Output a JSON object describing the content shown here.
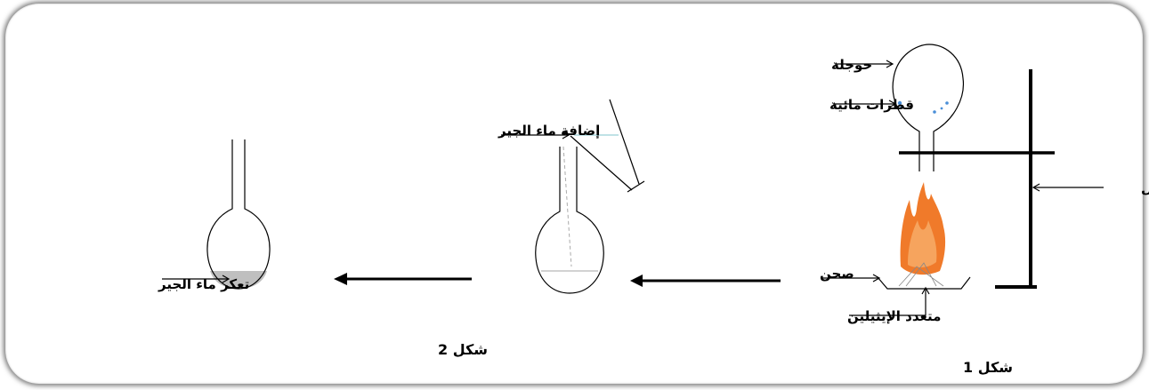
{
  "labels": {
    "flask": "حوجلة",
    "water_drops": "قطرات مائية",
    "stand": "حامل",
    "dish": "صحن",
    "polyethylene": "متعدد الإيثيلين",
    "add_limewater": "إضافة ماء الجير",
    "limewater_turbid": "تعكر ماء الجير"
  },
  "captions": {
    "figure1": "شكل 1",
    "figure2": "شكل 2"
  },
  "colors": {
    "flame_outer": "#f07a2a",
    "flame_inner": "#f6a45e",
    "precipitate": "#bfbfbf",
    "water_drop": "#4a8fd8",
    "light_line": "#9ad0d8"
  }
}
